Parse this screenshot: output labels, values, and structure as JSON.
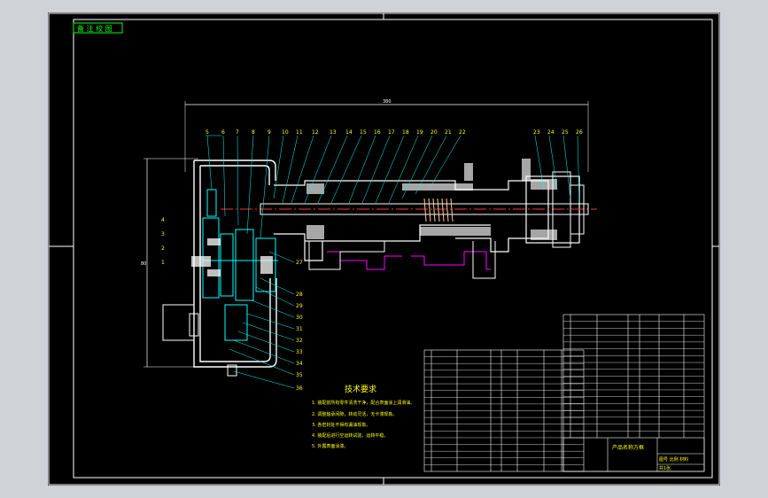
{
  "window": {
    "bg": "#cfd3d8",
    "sheet_bg": "#000000"
  },
  "colors": {
    "frame": "#ffffff",
    "title": "#00ff00",
    "parts": "#00ffff",
    "text": "#ffff00",
    "shaft": "#ff3030",
    "magenta": "#ff00ff",
    "spring": "#ffcc99",
    "dim": "#ffffff"
  },
  "stamp": {
    "text": "备 注 校 图"
  },
  "tech": {
    "title": "技术要求",
    "items": [
      "1. 装配前所有零件清洗干净，配合表面涂上润滑油。",
      "2. 调整轴承间隙，转动灵活，无卡滞现象。",
      "3. 各密封处不得有漏油现象。",
      "4. 装配后进行空运转试验，运转平稳。",
      "5. 外露表面涂漆。"
    ]
  },
  "labels_top": [
    "5",
    "6",
    "7",
    "8",
    "9",
    "10",
    "11",
    "12",
    "13",
    "14",
    "15",
    "16",
    "17",
    "18",
    "19",
    "20",
    "21",
    "22",
    "23",
    "24",
    "25",
    "26"
  ],
  "labels_left": [
    "4",
    "3",
    "2",
    "1"
  ],
  "labels_right": [
    "27",
    "28",
    "29",
    "30",
    "31",
    "32",
    "33",
    "34",
    "35",
    "36"
  ],
  "dims": {
    "overall": "380",
    "height": "80"
  },
  "title_block": {
    "name": "产品名称方框",
    "sub": "图号 比例 材料",
    "sheet": "共1张"
  }
}
